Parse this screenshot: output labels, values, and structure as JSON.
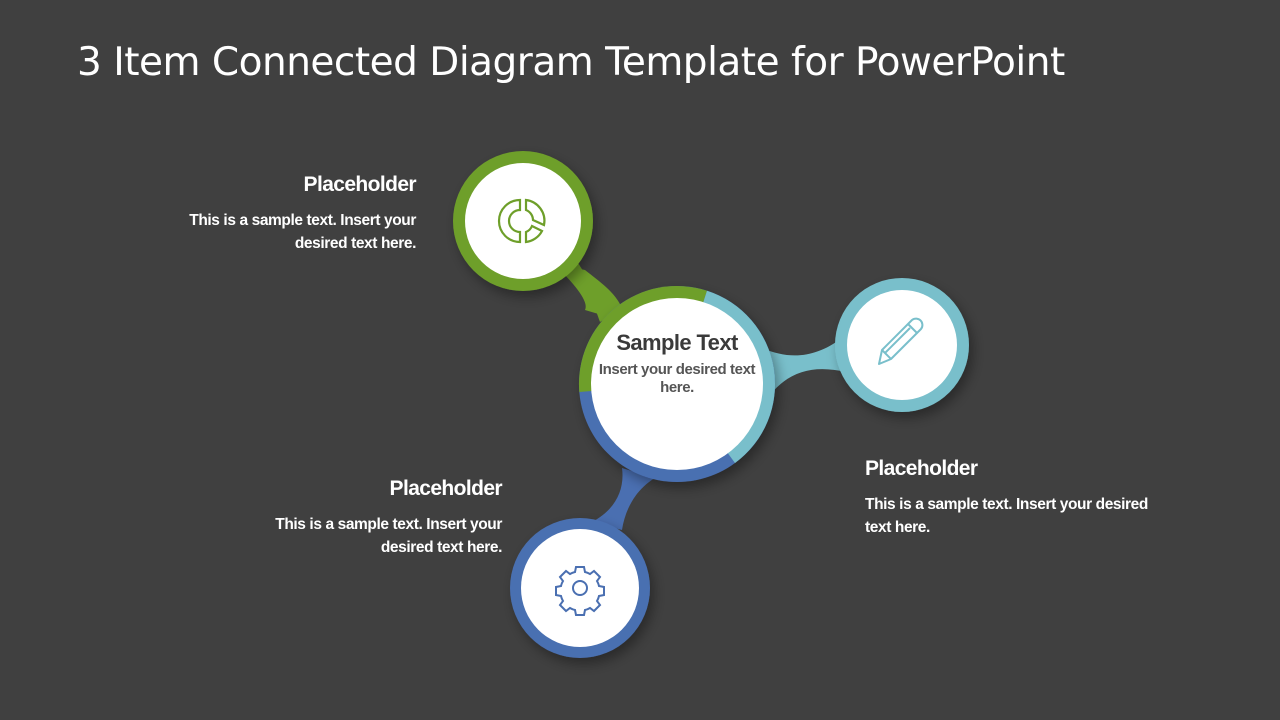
{
  "title": "3 Item Connected Diagram Template for PowerPoint",
  "colors": {
    "background": "#404040",
    "green": "#6e9f2a",
    "teal": "#79bfcb",
    "blue": "#4a6fb1",
    "white": "#ffffff"
  },
  "center": {
    "heading": "Sample Text",
    "body": "Insert your desired text here."
  },
  "items": [
    {
      "heading": "Placeholder",
      "body": "This is a sample text. Insert your desired text here.",
      "icon": "pie-chart-icon",
      "color": "green"
    },
    {
      "heading": "Placeholder",
      "body": "This is a sample text. Insert your desired text here.",
      "icon": "pencil-icon",
      "color": "teal"
    },
    {
      "heading": "Placeholder",
      "body": "This is a sample text. Insert your desired text here.",
      "icon": "gear-icon",
      "color": "blue"
    }
  ]
}
